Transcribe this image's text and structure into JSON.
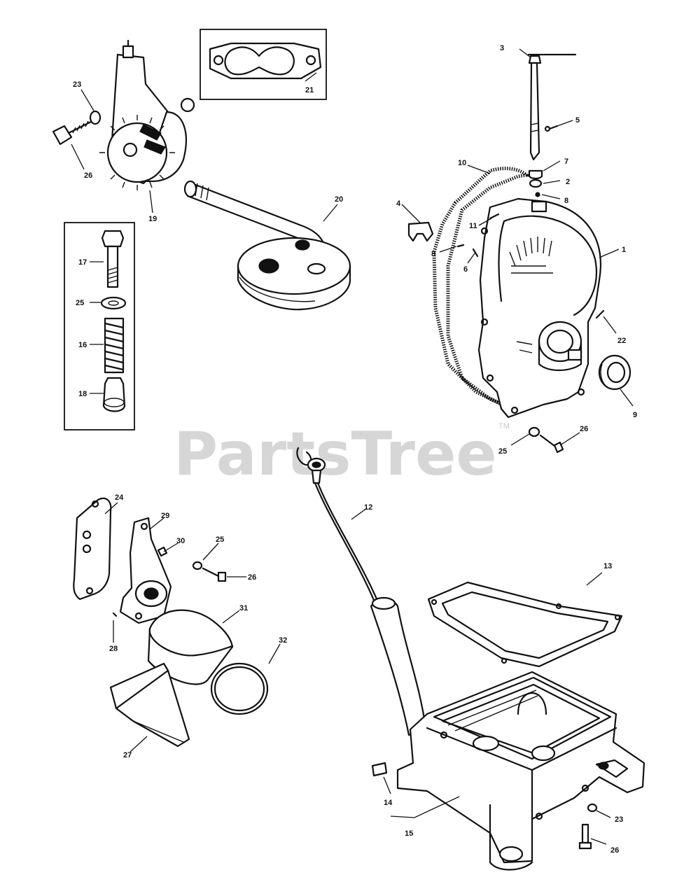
{
  "watermark": {
    "text": "PartsTree",
    "trademark": "TM"
  },
  "callouts": {
    "c1": "1",
    "c2": "2",
    "c3": "3",
    "c4": "4",
    "c5": "5",
    "c6": "6",
    "c7": "7",
    "c8a": "8",
    "c8b": "8",
    "c9": "9",
    "c10": "10",
    "c11": "11",
    "c12": "12",
    "c13": "13",
    "c14": "14",
    "c15": "15",
    "c16": "16",
    "c17": "17",
    "c18": "18",
    "c19": "19",
    "c20": "20",
    "c21": "21",
    "c22": "22",
    "c23a": "23",
    "c23b": "23",
    "c24": "24",
    "c25a": "25",
    "c25b": "25",
    "c25c": "25",
    "c26a": "26",
    "c26b": "26",
    "c26c": "26",
    "c26d": "26",
    "c27": "27",
    "c28": "28",
    "c29": "29",
    "c30": "30",
    "c31": "31",
    "c32": "32"
  }
}
